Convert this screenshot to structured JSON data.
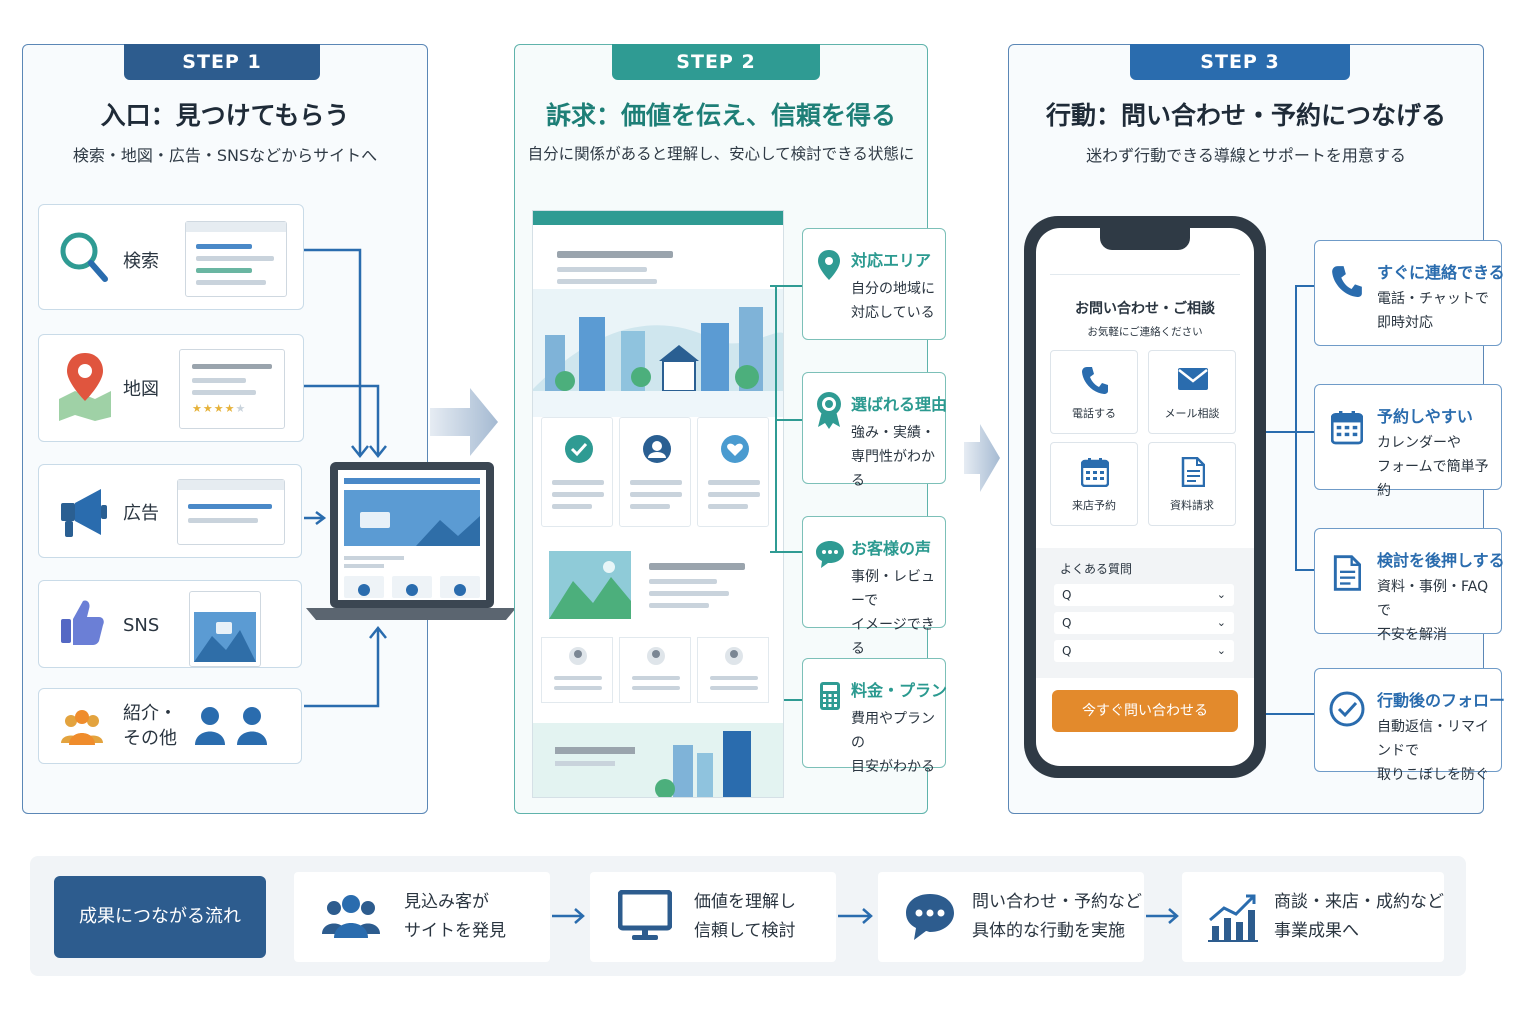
{
  "colors": {
    "navy": "#2d5c8e",
    "teal": "#2f9b93",
    "blue": "#2a6cae",
    "orange": "#e38a2c"
  },
  "step1": {
    "tab": "STEP 1",
    "title": "入口：見つけてもらう",
    "subtitle": "検索・地図・広告・SNSなどからサイトへ",
    "sources": [
      {
        "label": "検索",
        "icon": "magnifier-icon"
      },
      {
        "label": "地図",
        "icon": "map-pin-icon"
      },
      {
        "label": "広告",
        "icon": "megaphone-icon"
      },
      {
        "label": "SNS",
        "icon": "thumbs-up-icon"
      },
      {
        "label": "紹介・\nその他",
        "icon": "people-icon"
      }
    ]
  },
  "step2": {
    "tab": "STEP 2",
    "title": "訴求：価値を伝え、信頼を得る",
    "subtitle": "自分に関係があると理解し、安心して検討できる状態に",
    "features": [
      {
        "title": "対応エリア",
        "desc": "自分の地域に\n対応している",
        "icon": "location-pin-icon"
      },
      {
        "title": "選ばれる理由",
        "desc": "強み・実績・\n専門性がわかる",
        "icon": "award-ribbon-icon"
      },
      {
        "title": "お客様の声",
        "desc": "事例・レビューで\nイメージできる",
        "icon": "chat-bubble-icon"
      },
      {
        "title": "料金・プラン",
        "desc": "費用やプランの\n目安がわかる",
        "icon": "calculator-icon"
      }
    ]
  },
  "step3": {
    "tab": "STEP 3",
    "title": "行動：問い合わせ・予約につなげる",
    "subtitle": "迷わず行動できる導線とサポートを用意する",
    "phone": {
      "title": "お問い合わせ・ご相談",
      "subtitle": "お気軽にご連絡ください",
      "buttons": [
        {
          "label": "電話する",
          "icon": "phone-icon"
        },
        {
          "label": "メール相談",
          "icon": "mail-icon"
        },
        {
          "label": "来店予約",
          "icon": "calendar-icon"
        },
        {
          "label": "資料請求",
          "icon": "document-icon"
        }
      ],
      "faq_title": "よくある質問",
      "faq_items": [
        "Q",
        "Q",
        "Q"
      ],
      "cta": "今すぐ問い合わせる"
    },
    "actions": [
      {
        "title": "すぐに連絡できる",
        "desc": "電話・チャットで\n即時対応",
        "icon": "phone-icon"
      },
      {
        "title": "予約しやすい",
        "desc": "カレンダーや\nフォームで簡単予約",
        "icon": "calendar-icon"
      },
      {
        "title": "検討を後押しする",
        "desc": "資料・事例・FAQで\n不安を解消",
        "icon": "document-icon"
      },
      {
        "title": "行動後のフォロー",
        "desc": "自動返信・リマインドで\n取りこぼしを防ぐ",
        "icon": "check-circle-icon"
      }
    ]
  },
  "flow": {
    "label": "成果につながる流れ",
    "steps": [
      {
        "text": "見込み客が\nサイトを発見",
        "icon": "group-icon"
      },
      {
        "text": "価値を理解し\n信頼して検討",
        "icon": "monitor-icon"
      },
      {
        "text": "問い合わせ・予約など\n具体的な行動を実施",
        "icon": "speech-bubble-icon"
      },
      {
        "text": "商談・来店・成約など\n事業成果へ",
        "icon": "growth-chart-icon"
      }
    ]
  }
}
